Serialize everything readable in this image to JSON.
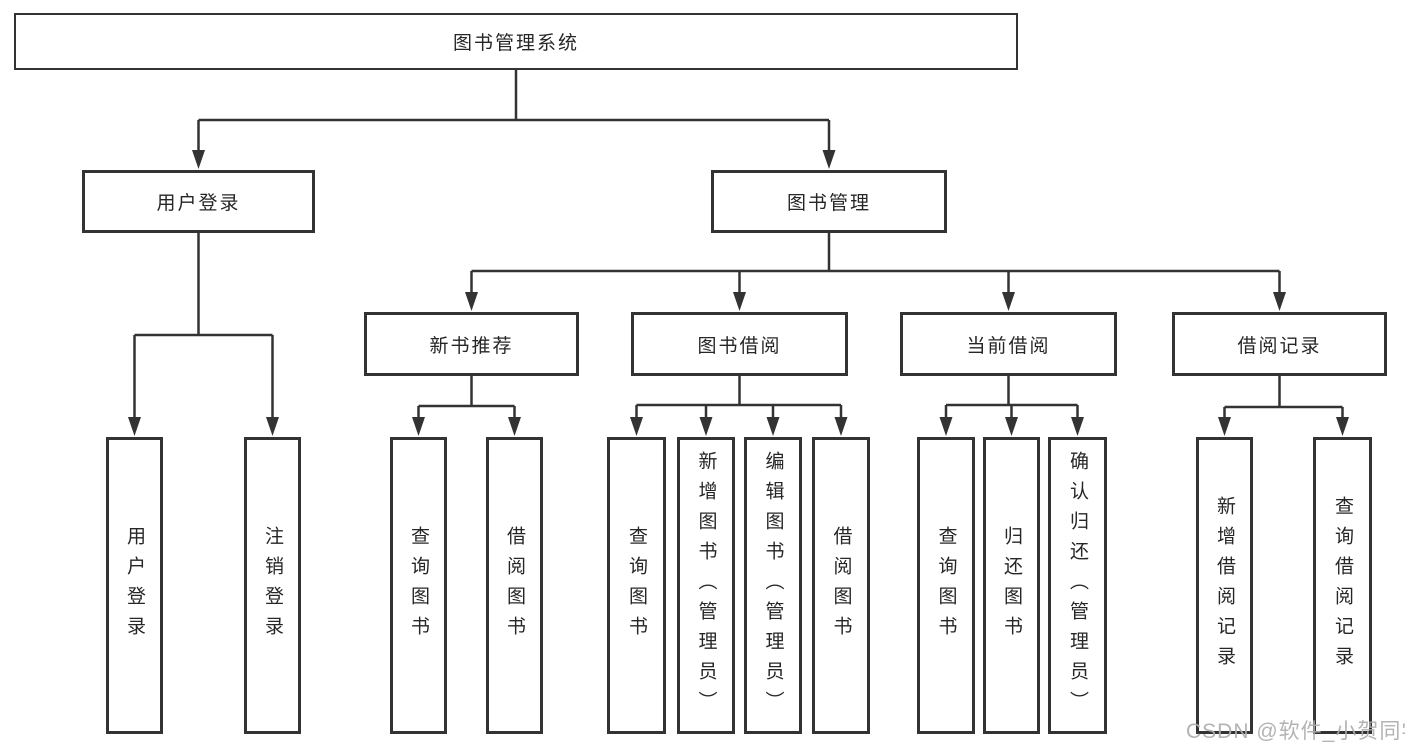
{
  "tree": {
    "root": "图书管理系统",
    "level2": [
      "用户登录",
      "图书管理"
    ],
    "level3": [
      "新书推荐",
      "图书借阅",
      "当前借阅",
      "借阅记录"
    ],
    "level4": {
      "user_login": [
        "用户登录",
        "注销登录"
      ],
      "new_book_recommend": [
        "查询图书",
        "借阅图书"
      ],
      "book_borrow": [
        "查询图书",
        "新增图书（管理员）",
        "编辑图书（管理员）",
        "借阅图书"
      ],
      "current_borrow": [
        "查询图书",
        "归还图书",
        "确认归还（管理员）"
      ],
      "borrow_records": [
        "新增借阅记录",
        "查询借阅记录"
      ]
    }
  },
  "watermark": "CSDN @软件_小贺同学",
  "colors": {
    "box_border": "#333333",
    "connector_line": "#333333",
    "text": "#262626",
    "watermark": "#acacac",
    "background": "#ffffff"
  }
}
